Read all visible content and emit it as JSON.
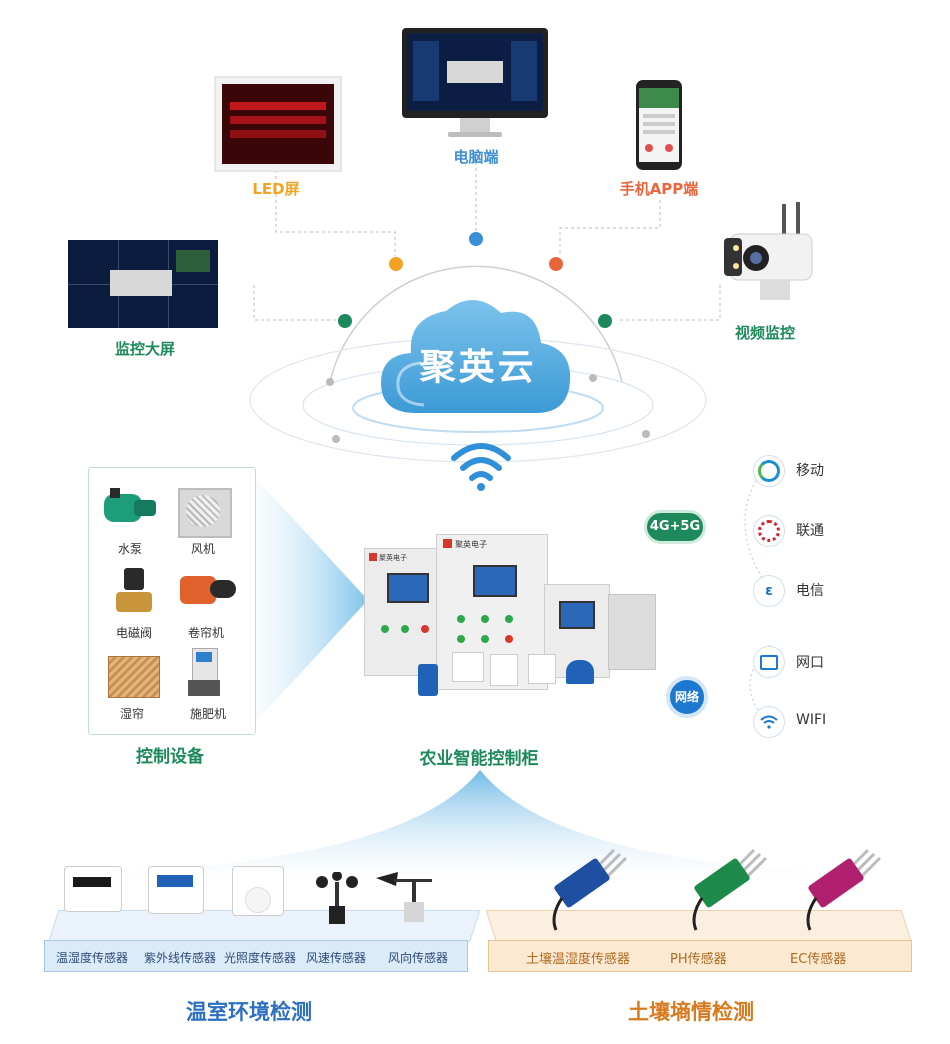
{
  "cloud": {
    "name": "聚英云"
  },
  "terminals": {
    "pc": "电脑端",
    "led": "LED屏",
    "app": "手机APP端",
    "bigscreen": "监控大屏",
    "video": "视频监控"
  },
  "network": {
    "mobile_badge": "4G+5G",
    "carriers": [
      "移动",
      "联通",
      "电信"
    ],
    "net_badge": "网络",
    "net_items": [
      "网口",
      "WIFI"
    ]
  },
  "control": {
    "devices": [
      "水泵",
      "风机",
      "电磁阀",
      "卷帘机",
      "湿帘",
      "施肥机"
    ],
    "title": "控制设备"
  },
  "cabinet": {
    "title": "农业智能控制柜",
    "brand": "聚英电子"
  },
  "env": {
    "sensors": [
      "温湿度传感器",
      "紫外线传感器",
      "光照度传感器",
      "风速传感器",
      "风向传感器"
    ],
    "title": "温室环境检测"
  },
  "soil": {
    "sensors": [
      "土壤温湿度传感器",
      "PH传感器",
      "EC传感器"
    ],
    "title": "土壤墒情检测"
  },
  "colors": {
    "green": "#1e8a5c",
    "orange": "#f2a323",
    "blue": "#3b8fd6",
    "red": "#e8663c",
    "cloud": "#4aa8dc"
  }
}
